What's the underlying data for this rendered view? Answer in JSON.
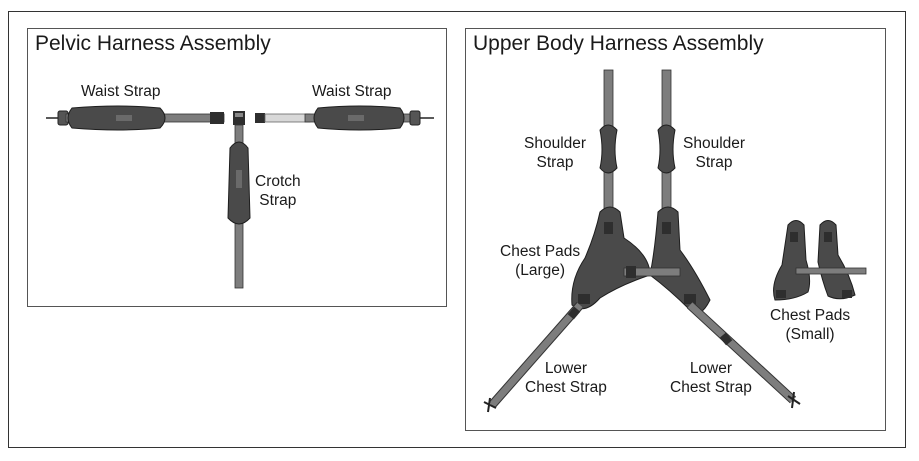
{
  "pelvic": {
    "title": "Pelvic Harness Assembly",
    "labels": {
      "waist_left": "Waist Strap",
      "waist_right": "Waist Strap",
      "crotch_line1": "Crotch",
      "crotch_line2": "Strap"
    }
  },
  "upper": {
    "title": "Upper Body Harness Assembly",
    "labels": {
      "shoulder_left_line1": "Shoulder",
      "shoulder_left_line2": "Strap",
      "shoulder_right_line1": "Shoulder",
      "shoulder_right_line2": "Strap",
      "chest_large_line1": "Chest Pads",
      "chest_large_line2": "(Large)",
      "chest_small_line1": "Chest Pads",
      "chest_small_line2": "(Small)",
      "lower_left_line1": "Lower",
      "lower_left_line2": "Chest Strap",
      "lower_right_line1": "Lower",
      "lower_right_line2": "Chest Strap"
    }
  },
  "colors": {
    "pad": "#4a4a4a",
    "strap": "#7d7d7d",
    "buckle": "#2e2e2e",
    "outline": "#1e1e1e"
  }
}
